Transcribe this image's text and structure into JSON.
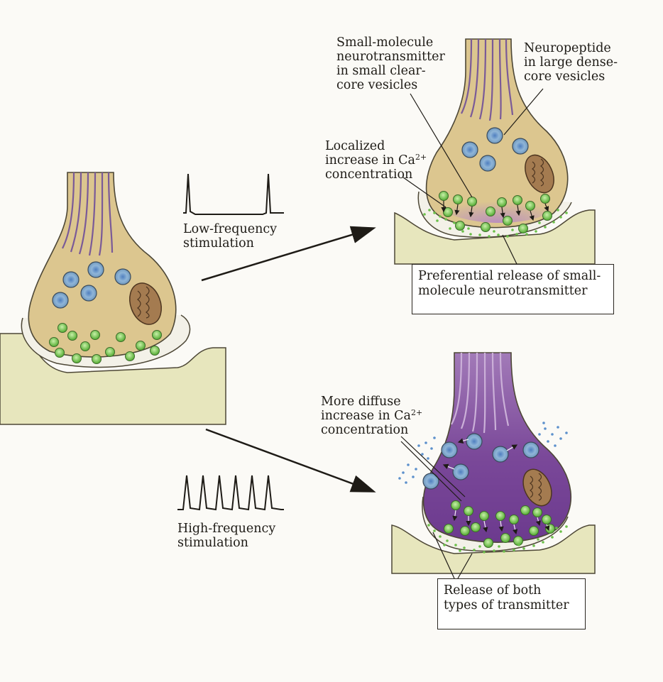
{
  "labels": {
    "low_freq": "Low-frequency\nstimulation",
    "high_freq": "High-frequency\nstimulation",
    "small_molecule": "Small-molecule\nneurotransmitter\nin small clear-\ncore vesicles",
    "neuropeptide": "Neuropeptide\nin large dense-\ncore vesicles",
    "localized_prefix": "Localized\nincrease in Ca",
    "localized_suffix": "\nconcentration",
    "diffuse_prefix": "More diffuse\nincrease in Ca",
    "diffuse_suffix": "\nconcentration",
    "ca_charge": "2+",
    "preferential_release": "Preferential release of small-\nmolecule neurotransmitter",
    "both_release": "Release of both\ntypes of transmitter"
  },
  "colors": {
    "terminal_fill": "#dcc68f",
    "axon_stripe": "#7a5a98",
    "postsynaptic_fill": "#e7e6bd",
    "small_vesicle": "#7ec854",
    "large_vesicle": "#79a6cf",
    "mitochondrion": "#a47b50",
    "calcium_local": "#c9a8cb",
    "calcium_diffuse": "#7d4b9c",
    "released_peptide": "#5c90cc",
    "released_small": "#6cc04a"
  }
}
